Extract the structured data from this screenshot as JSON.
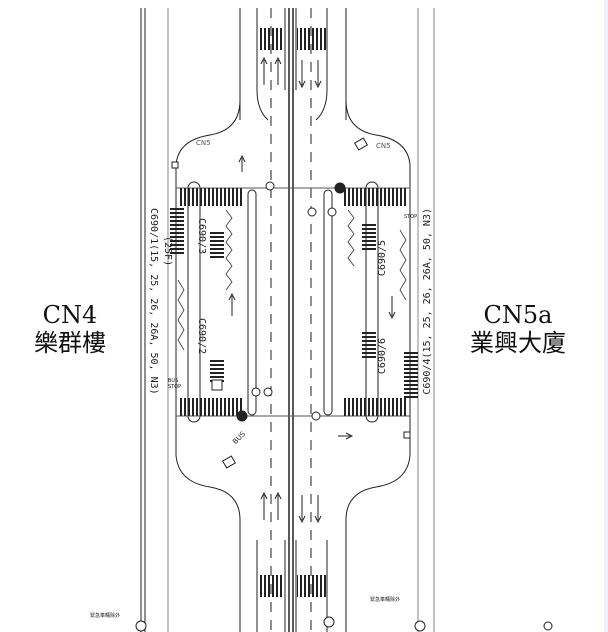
{
  "labels": {
    "left_code": "CN4",
    "left_name": "樂群樓",
    "right_code": "CN5a",
    "right_name": "業興大廈",
    "stop_left_main": "C690/1(15, 25, 26, 26A, 50, N3)",
    "stop_left_sub": "(25F)",
    "stop_left_3": "C690/3",
    "stop_left_2": "C690/2",
    "stop_right_5": "C690/5",
    "stop_right_6": "C690/6",
    "stop_right_main": "C690/4(15, 25, 26, 26A, 50, N3)",
    "cn5_top_left": "CN5",
    "cn5_top_right": "CN5",
    "bus_text": "BUS",
    "bus_stop_text": "BUS STOP",
    "stop_text": "STOP",
    "emergency_left": "緊急車輛除外",
    "emergency_right": "緊急車輛除外"
  },
  "colors": {
    "line": "#222222",
    "thin_line": "#555555",
    "background": "#ffffff"
  }
}
